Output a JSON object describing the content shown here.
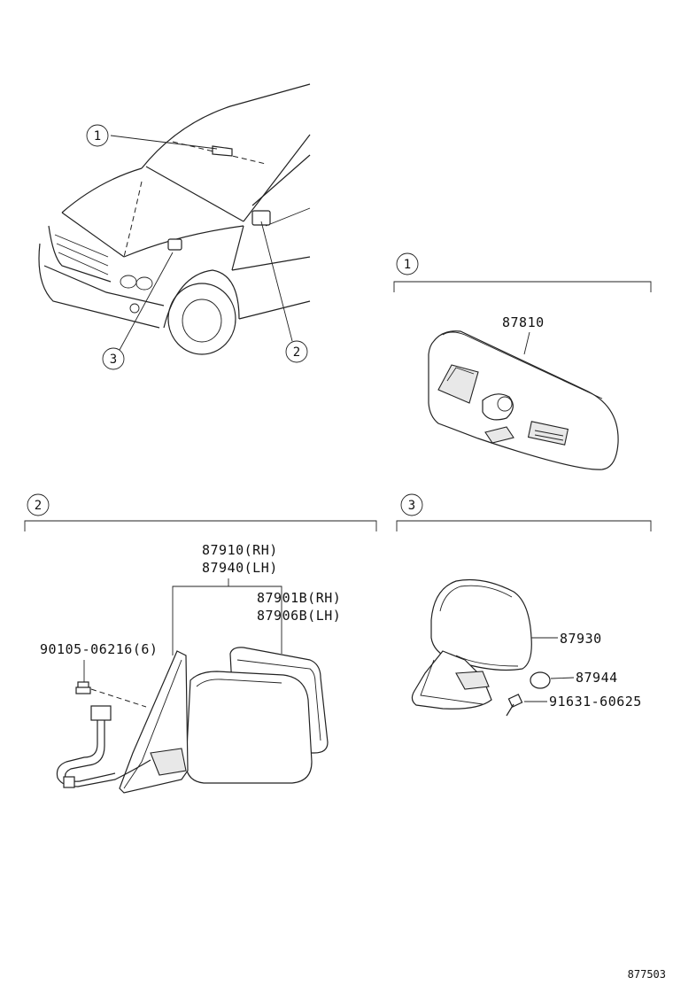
{
  "callouts": {
    "c1": "1",
    "c2": "2",
    "c3": "3"
  },
  "parts": {
    "inner_mirror": "87810",
    "outer_mirror_rh": "87910(RH)",
    "outer_mirror_lh": "87940(LH)",
    "mirror_sub_rh": "87901B(RH)",
    "mirror_sub_lh": "87906B(LH)",
    "screw": "90105-06216(6)",
    "fender_mirror": "87930",
    "cap": "87944",
    "bolt": "91631-60625"
  },
  "diagram_code": "877503"
}
